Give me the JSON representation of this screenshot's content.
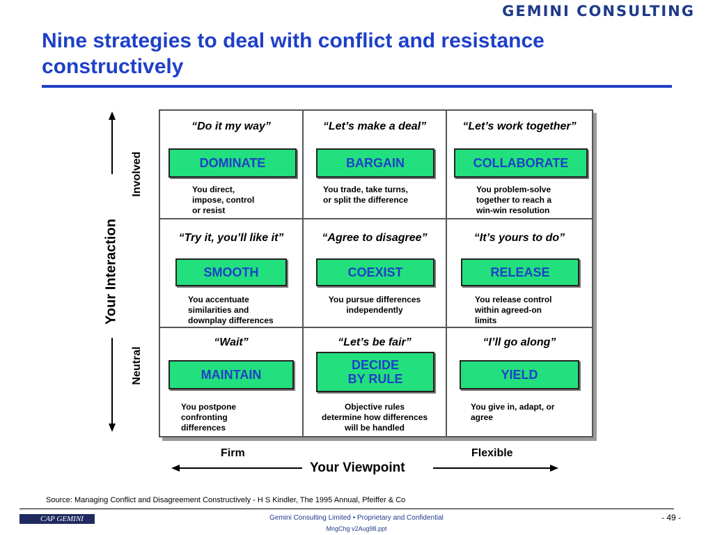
{
  "header": {
    "brand": "GEMINI CONSULTING",
    "title": "Nine strategies to deal with conflict and resistance constructively"
  },
  "axes": {
    "vertical_title": "Your Interaction",
    "vertical_top": "Involved",
    "vertical_bottom": "Neutral",
    "horizontal_title": "Your Viewpoint",
    "horizontal_left": "Firm",
    "horizontal_right": "Flexible"
  },
  "grid": [
    [
      {
        "quote": "“Do it my way”",
        "strategy": "DOMINATE",
        "desc": "You direct,\nimpose, control\nor resist"
      },
      {
        "quote": "“Let’s make a deal”",
        "strategy": "BARGAIN",
        "desc": "You trade, take turns,\nor split the difference"
      },
      {
        "quote": "“Let’s work together”",
        "strategy": "COLLABORATE",
        "desc": "You problem-solve\ntogether to reach a\nwin-win resolution"
      }
    ],
    [
      {
        "quote": "“Try it, you’ll like it”",
        "strategy": "SMOOTH",
        "desc": "You accentuate\nsimilarities and\ndownplay differences"
      },
      {
        "quote": "“Agree to disagree”",
        "strategy": "COEXIST",
        "desc": "You pursue differences\nindependently"
      },
      {
        "quote": "“It’s yours to do”",
        "strategy": "RELEASE",
        "desc": "You release control\nwithin agreed-on\nlimits"
      }
    ],
    [
      {
        "quote": "“Wait”",
        "strategy": "MAINTAIN",
        "desc": "You postpone\nconfronting\ndifferences"
      },
      {
        "quote": "“Let’s be fair”",
        "strategy": "DECIDE\nBY RULE",
        "desc": "Objective rules\ndetermine how differences\nwill be handled"
      },
      {
        "quote": "“I’ll go along”",
        "strategy": "YIELD",
        "desc": "You give in, adapt, or\nagree"
      }
    ]
  ],
  "footer": {
    "source": "Source:  Managing Conflict and Disagreement Constructively - H S Kindler, The 1995 Annual, Pfeiffer & Co",
    "company": "Gemini Consulting Limited  •  Proprietary and Confidential",
    "file": "MngChg v2Aug98.ppt",
    "page": "- 49 -",
    "cap_logo": "CAP GEMINI"
  },
  "colors": {
    "title": "#1e40c8",
    "box_fill": "#22e07d",
    "brand": "#1e3a8a"
  }
}
